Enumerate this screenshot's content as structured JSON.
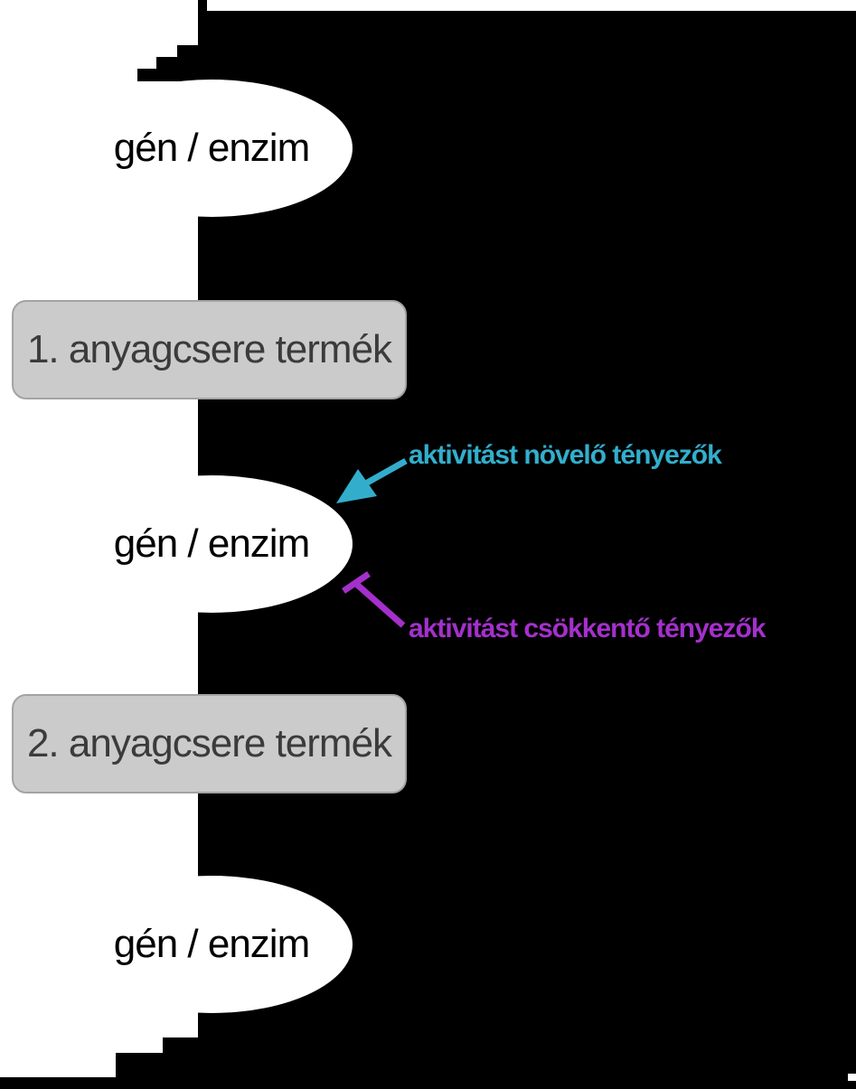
{
  "diagram": {
    "language": "hu",
    "pathway": {
      "nodes": [
        {
          "id": "gene-enzyme-1",
          "shape": "ellipse",
          "label": "gén / enzim"
        },
        {
          "id": "metabolite-1",
          "shape": "rounded-rectangle",
          "label": "1. anyagcsere termék"
        },
        {
          "id": "gene-enzyme-2",
          "shape": "ellipse",
          "label": "gén / enzim"
        },
        {
          "id": "metabolite-2",
          "shape": "rounded-rectangle",
          "label": "2. anyagcsere termék"
        },
        {
          "id": "gene-enzyme-3",
          "shape": "ellipse",
          "label": "gén / enzim"
        }
      ],
      "connector": "vertical-line"
    },
    "annotations": [
      {
        "id": "activity-increasing-factors",
        "label": "aktivitást növelő tényezők",
        "connector": "arrow",
        "target": "gene-enzyme-2",
        "color": "#32aecc"
      },
      {
        "id": "activity-decreasing-factors",
        "label": "aktivitást csökkentő tényezők",
        "connector": "inhibition-bar",
        "target": "gene-enzyme-2",
        "color": "#a430cc"
      }
    ],
    "colors": {
      "background": "#000000",
      "canvas_remnant": "#ffffff",
      "node_fill": "#ffffff",
      "node_text": "#000000",
      "box_fill": "#cbcbcb",
      "box_border": "#a3a3a3",
      "box_text": "#3b3b3b",
      "increase_accent": "#32aecc",
      "decrease_accent": "#a430cc"
    }
  }
}
